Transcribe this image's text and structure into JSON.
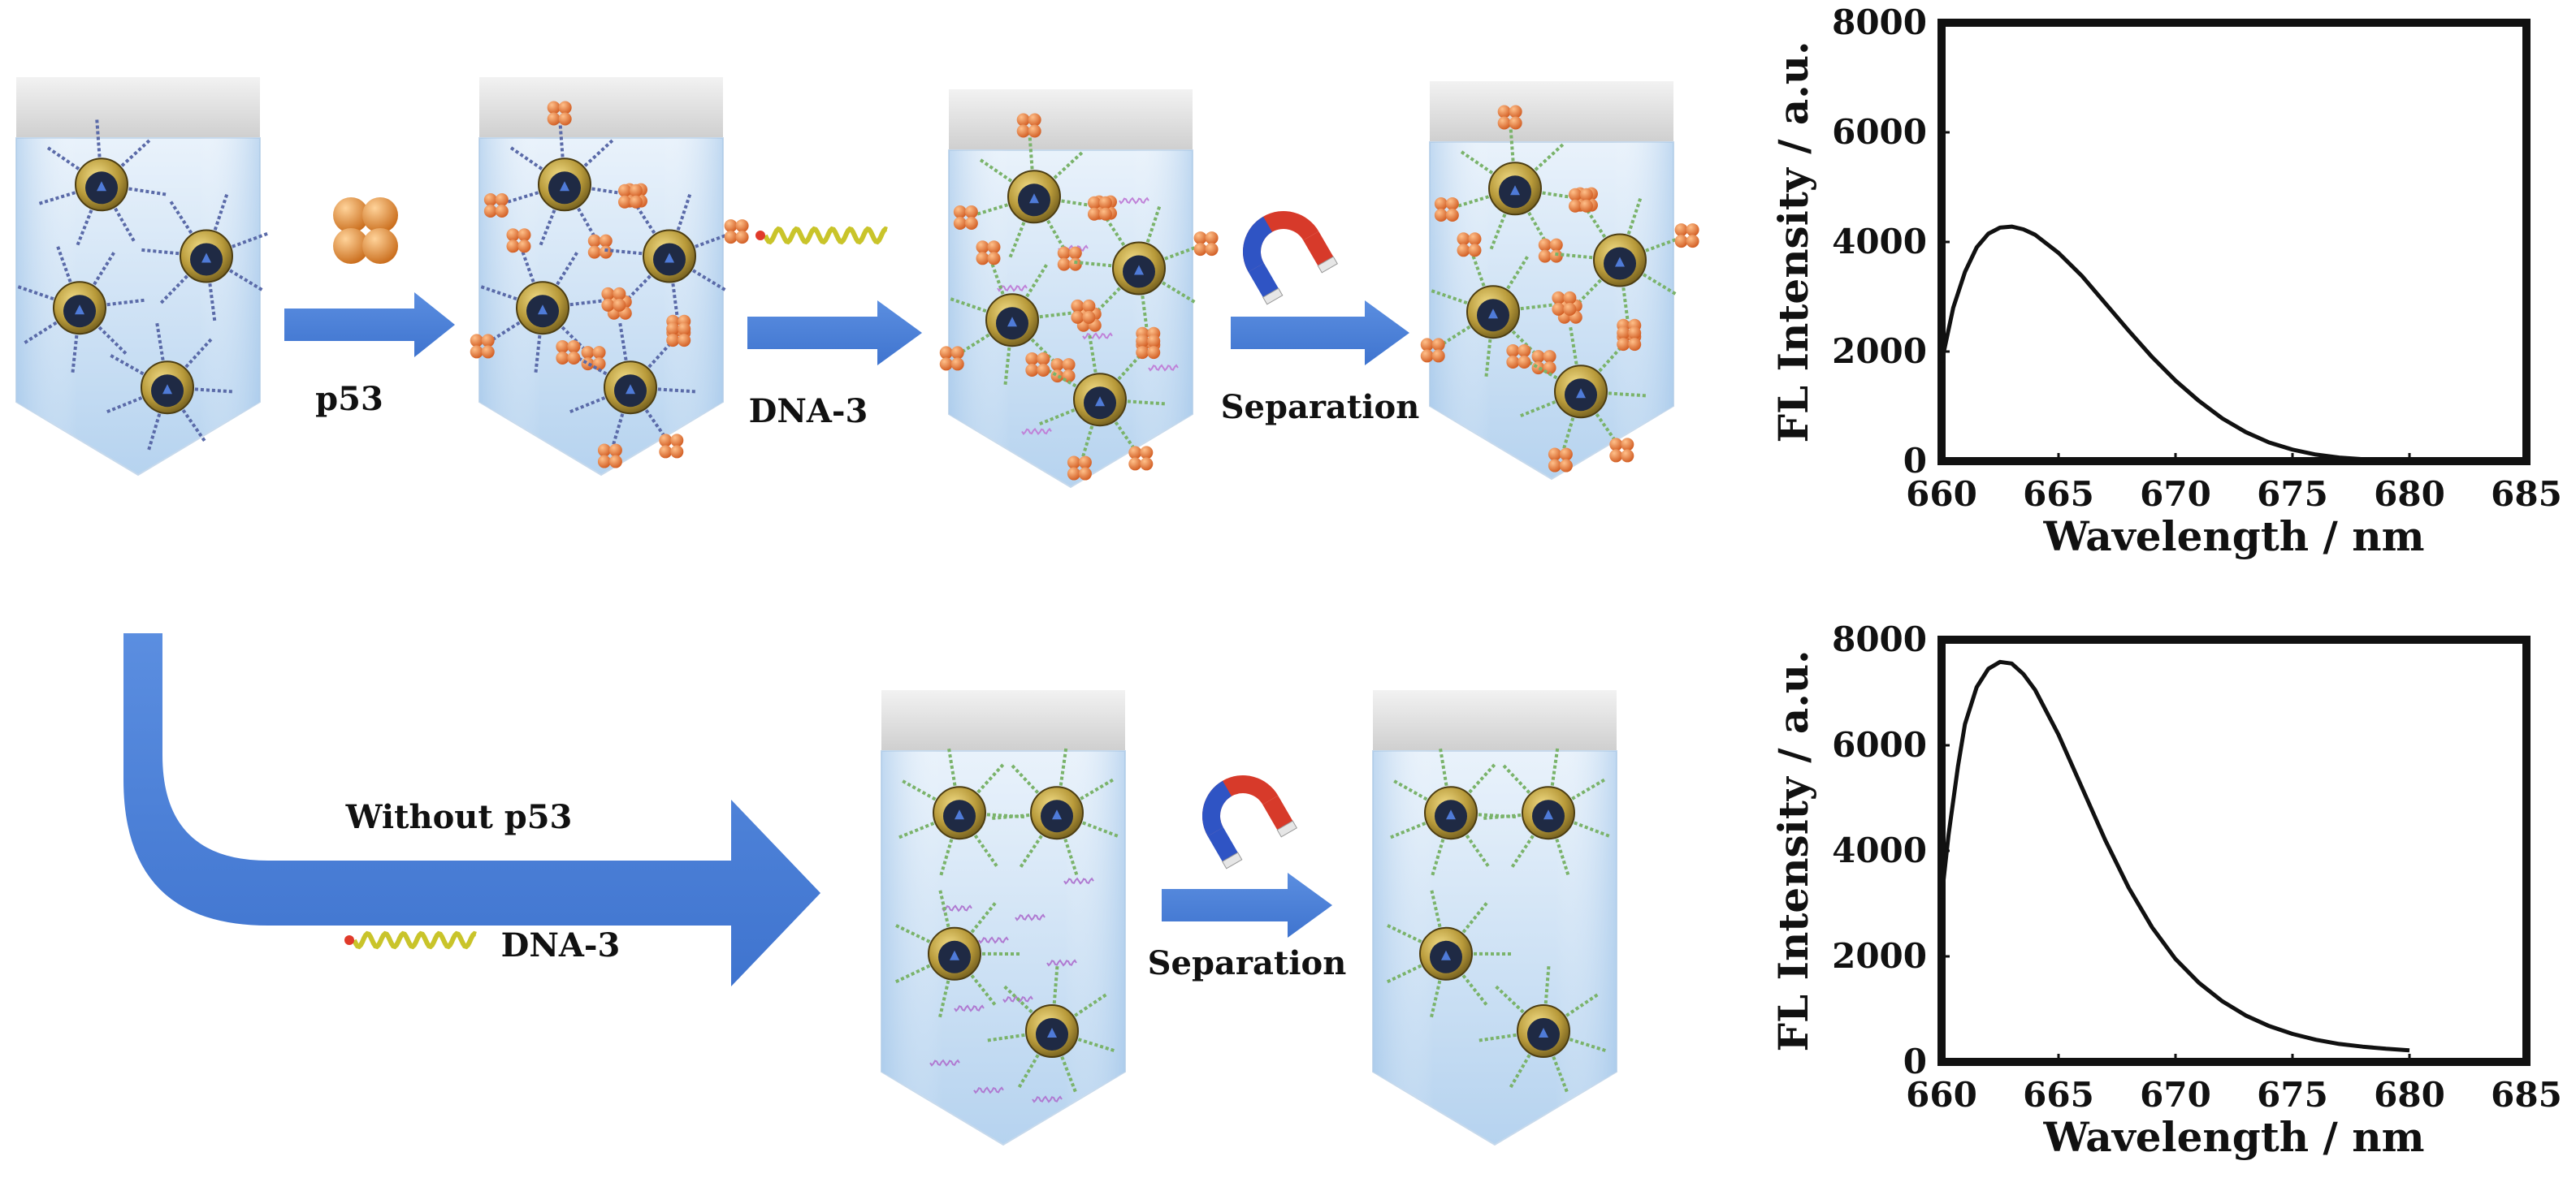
{
  "labels": {
    "p53": "p53",
    "dna3_top": "DNA-3",
    "separation_top": "Separation",
    "without_p53": "Without p53",
    "dna3_bottom": "DNA-3",
    "separation_bottom": "Separation"
  },
  "colors": {
    "arrow": "#4a7fd6",
    "liquid_top": "#e9f2fb",
    "liquid_bottom": "#b6d3ef",
    "tube_cap": "#d8d8d8",
    "bead_shell": "#b89a3a",
    "bead_core": "#1f2a44",
    "protein": "#e0602a",
    "dna_strand": "#7ab36a",
    "magnet_red": "#d73a2a",
    "magnet_blue": "#2f54c4"
  },
  "icons": {
    "protein": "p53-protein-cluster-icon",
    "dna": "dna-3-strand-icon",
    "magnet": "magnet-icon"
  },
  "chart_data": [
    {
      "type": "line",
      "xlabel": "Wavelength / nm",
      "ylabel": "FL Intensity / a.u.",
      "xlim": [
        660,
        685
      ],
      "ylim": [
        0,
        8000
      ],
      "xticks": [
        660,
        665,
        670,
        675,
        680,
        685
      ],
      "yticks": [
        0,
        2000,
        4000,
        6000,
        8000
      ],
      "grid": false,
      "series": [
        {
          "x": [
            660.0,
            660.5,
            661.0,
            661.5,
            662.0,
            662.5,
            663.0,
            663.5,
            664.0,
            665.0,
            666.0,
            667.0,
            668.0,
            669.0,
            670.0,
            671.0,
            672.0,
            673.0,
            674.0,
            675.0,
            676.0,
            677.0,
            678.0,
            679.0,
            680.0
          ],
          "y": [
            1800,
            2800,
            3450,
            3900,
            4150,
            4260,
            4280,
            4230,
            4130,
            3800,
            3380,
            2880,
            2380,
            1900,
            1470,
            1100,
            780,
            530,
            340,
            210,
            120,
            65,
            35,
            15,
            5
          ]
        }
      ]
    },
    {
      "type": "line",
      "xlabel": "Wavelength / nm",
      "ylabel": "FL Intensity / a.u.",
      "xlim": [
        660,
        685
      ],
      "ylim": [
        0,
        8000
      ],
      "xticks": [
        660,
        665,
        670,
        675,
        680,
        685
      ],
      "yticks": [
        0,
        2000,
        4000,
        6000,
        8000
      ],
      "grid": false,
      "series": [
        {
          "x": [
            660.0,
            660.3,
            660.7,
            661.0,
            661.5,
            662.0,
            662.5,
            663.0,
            663.5,
            664.0,
            665.0,
            666.0,
            667.0,
            668.0,
            669.0,
            670.0,
            671.0,
            672.0,
            673.0,
            674.0,
            675.0,
            676.0,
            677.0,
            678.0,
            679.0,
            680.0
          ],
          "y": [
            3100,
            4300,
            5600,
            6400,
            7100,
            7450,
            7580,
            7550,
            7350,
            7050,
            6200,
            5200,
            4200,
            3300,
            2550,
            1950,
            1500,
            1150,
            880,
            680,
            530,
            420,
            340,
            290,
            250,
            220
          ]
        }
      ]
    }
  ]
}
